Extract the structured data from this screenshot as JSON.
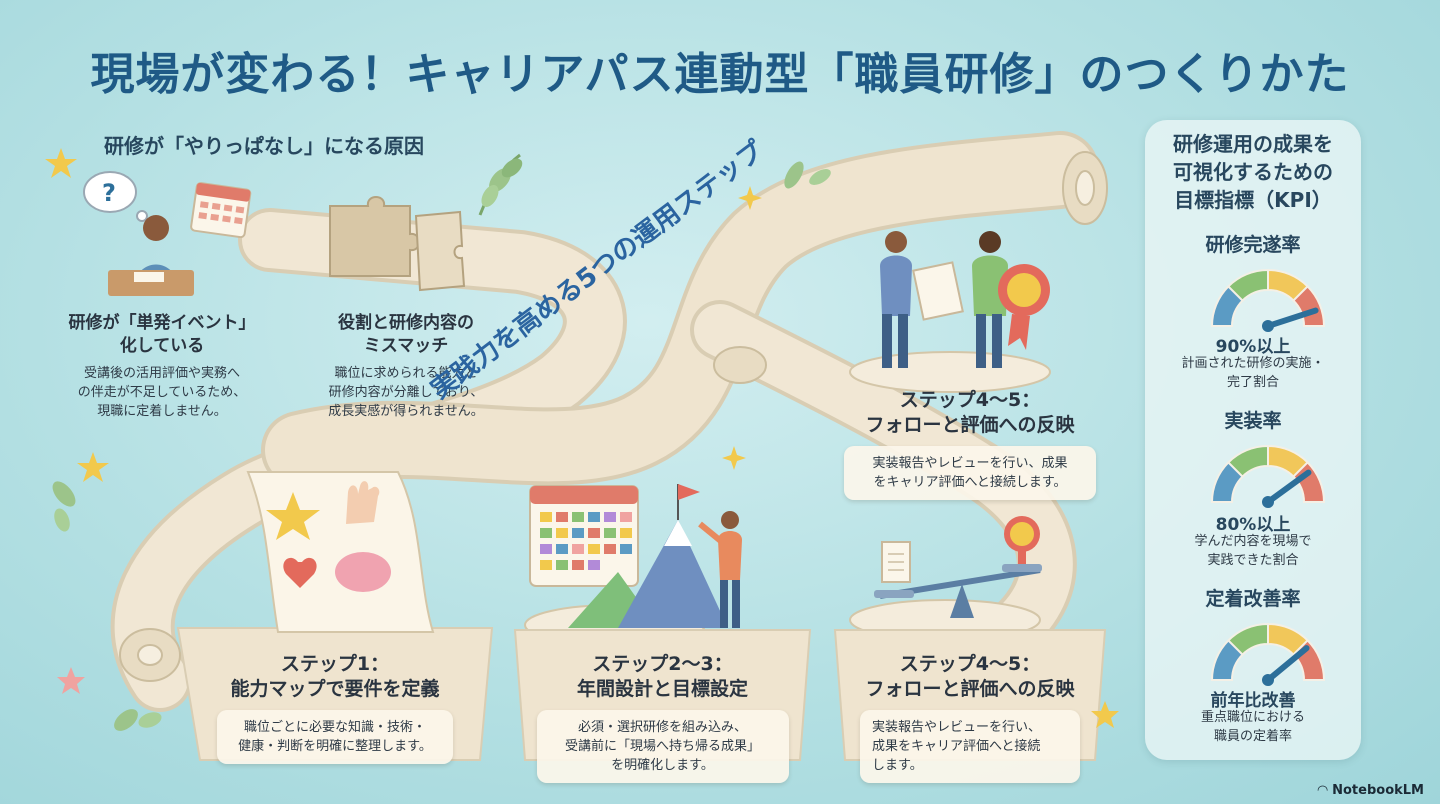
{
  "title": "現場が変わる！キャリアパス連動型「職員研修」のつくりかた",
  "causes": {
    "heading": "研修が「やりっぱなし」になる原因",
    "items": [
      {
        "title_line1": "研修が「単発イベント」",
        "title_line2": "化している",
        "desc_line1": "受講後の活用評価や実務へ",
        "desc_line2": "の伴走が不足しているため、",
        "desc_line3": "現職に定着しません。"
      },
      {
        "title_line1": "役割と研修内容の",
        "title_line2": "ミスマッチ",
        "desc_line1": "職位に求められる能力と",
        "desc_line2": "研修内容が分離しており、",
        "desc_line3": "成長実感が得られません。"
      }
    ]
  },
  "flow_label": "実践力を高める5つの運用ステップ",
  "steps": [
    {
      "title_line1": "ステップ1：",
      "title_line2": "能力マップで要件を定義",
      "desc_line1": "職位ごとに必要な知識・技術・",
      "desc_line2": "健康・判断を明確に整理します。"
    },
    {
      "title_line1": "ステップ2〜3：",
      "title_line2": "年間設計と目標設定",
      "desc_line1": "必須・選択研修を組み込み、",
      "desc_line2": "受講前に「現場へ持ち帰る成果」",
      "desc_line3": "を明確化します。"
    },
    {
      "title_line1": "ステップ4〜5：",
      "title_line2": "フォローと評価への反映",
      "desc_line1": "実装報告やレビューを行い、",
      "desc_line2": "成果をキャリア評価へと接続",
      "desc_line3": "します。"
    },
    {
      "title_line1": "ステップ4〜5：",
      "title_line2": "フォローと評価への反映",
      "desc_line1": "実装報告やレビューを行い、成果",
      "desc_line2": "をキャリア評価へと接続します。"
    }
  ],
  "kpi": {
    "title_line1": "研修運用の成果を",
    "title_line2": "可視化するための",
    "title_line3": "目標指標（KPI）",
    "items": [
      {
        "name": "研修完遂率",
        "value": "90%以上",
        "desc_line1": "計画された研修の実施・",
        "desc_line2": "完了割合",
        "gauge_level": 0.9
      },
      {
        "name": "実装率",
        "value": "80%以上",
        "desc_line1": "学んだ内容を現場で",
        "desc_line2": "実践できた割合",
        "gauge_level": 0.8
      },
      {
        "name": "定着改善率",
        "value": "前年比改善",
        "desc_line1": "重点職位における",
        "desc_line2": "職員の定着率",
        "gauge_level": 0.78
      }
    ]
  },
  "brand": "NotebookLM",
  "colors": {
    "title": "#1f5a86",
    "flow_label": "#2b64a0",
    "gauge_blue": "#5b9bc4",
    "gauge_green": "#8ac173",
    "gauge_yellow": "#f1c75a",
    "gauge_red": "#e07b6a",
    "needle": "#2c6f9a"
  }
}
